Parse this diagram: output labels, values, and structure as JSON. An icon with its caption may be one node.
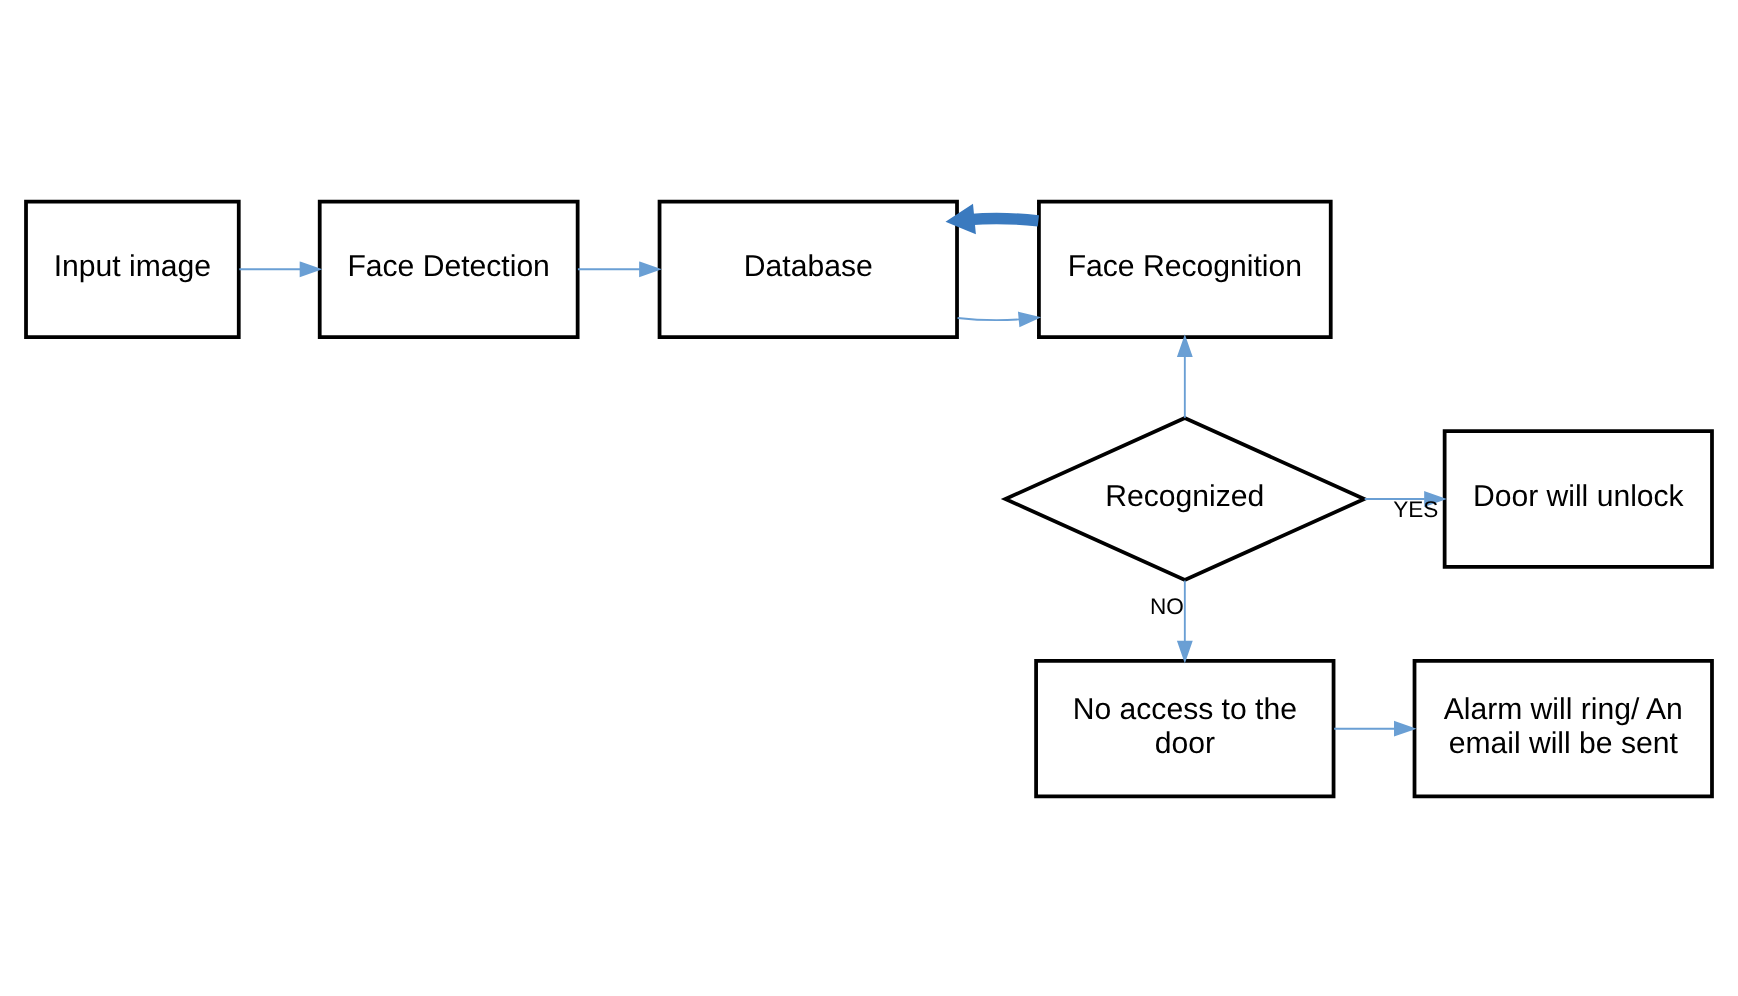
{
  "diagram": {
    "nodes": [
      {
        "text": [
          "Input image"
        ]
      },
      {
        "text": [
          "Face Detection"
        ]
      },
      {
        "text": [
          "Database"
        ]
      },
      {
        "text": [
          "Face Recognition"
        ]
      },
      {
        "text": [
          "Door will unlock"
        ]
      },
      {
        "text": [
          "Recognized"
        ]
      },
      {
        "text": [
          "Alarm will ring/ An email will be sent"
        ]
      },
      {
        "text": [
          "No access to the door"
        ]
      }
    ],
    "edges": [
      {
        "from": 0,
        "to": 1,
        "arrow": "to"
      },
      {
        "from": 1,
        "to": 2,
        "arrow": "to"
      },
      {
        "from": 2,
        "to": 3,
        "arrow": "to"
      },
      {
        "from": 3,
        "to": 2,
        "arrow": "to",
        "style": "thick",
        "color": "#3a7abf"
      },
      {
        "from": 5,
        "to": 3,
        "arrow": "to"
      },
      {
        "from": 5,
        "to": 4,
        "arrow": "to",
        "label": "YES"
      },
      {
        "from": 5,
        "to": 7,
        "arrow": "to",
        "label": "NO"
      },
      {
        "from": 7,
        "to": 6,
        "arrow": "to"
      }
    ]
  }
}
